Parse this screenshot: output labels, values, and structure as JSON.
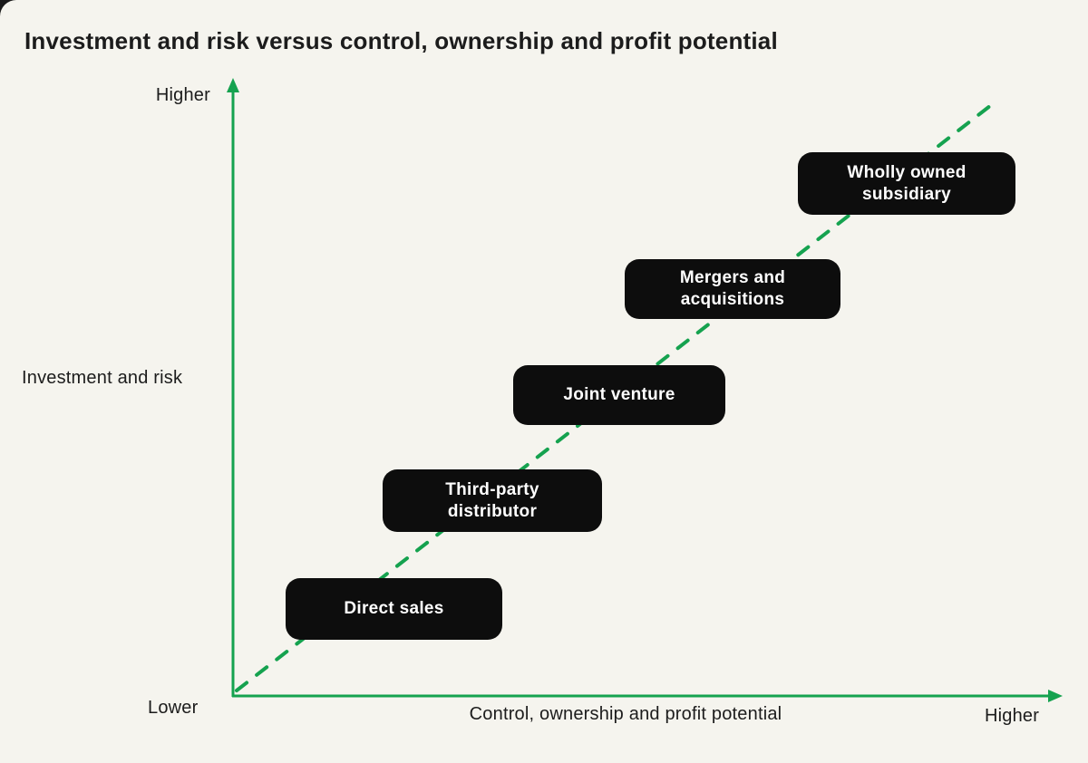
{
  "title": "Investment and risk versus control, ownership and profit potential",
  "axes": {
    "y": {
      "title": "Investment and risk",
      "top_label": "Higher",
      "bottom_label": "Lower"
    },
    "x": {
      "title": "Control, ownership and profit potential",
      "right_label": "Higher"
    }
  },
  "entries": [
    {
      "label": "Direct sales"
    },
    {
      "label": "Third-party\ndistributor"
    },
    {
      "label": "Joint venture"
    },
    {
      "label": "Mergers and\nacquisitions"
    },
    {
      "label": "Wholly owned\nsubsidiary"
    }
  ],
  "colors": {
    "background": "#f5f4ee",
    "axis_green": "#15a24f",
    "box_background": "#0d0d0d",
    "box_text": "#ffffff",
    "text": "#1c1c1c"
  },
  "chart_data": {
    "type": "scatter",
    "title": "Investment and risk versus control, ownership and profit potential",
    "xlabel": "Control, ownership and profit potential",
    "ylabel": "Investment and risk",
    "x_axis_range": [
      "Lower",
      "Higher"
    ],
    "y_axis_range": [
      "Lower",
      "Higher"
    ],
    "grid": false,
    "legend": false,
    "trend_line": "dashed green diagonal from lower-left origin to upper-right",
    "points": [
      {
        "label": "Direct sales",
        "x": 1,
        "y": 1
      },
      {
        "label": "Third-party distributor",
        "x": 2,
        "y": 2
      },
      {
        "label": "Joint venture",
        "x": 3,
        "y": 3
      },
      {
        "label": "Mergers and acquisitions",
        "x": 4,
        "y": 4
      },
      {
        "label": "Wholly owned subsidiary",
        "x": 5,
        "y": 5
      }
    ]
  }
}
